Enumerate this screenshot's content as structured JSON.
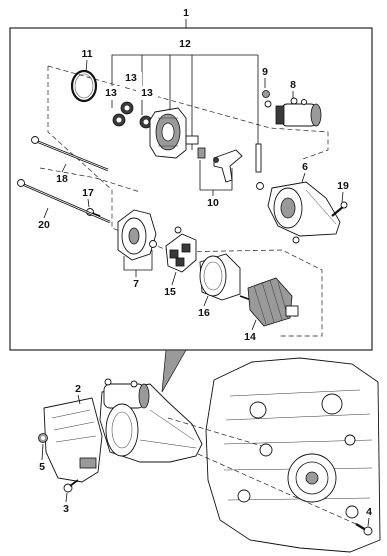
{
  "callouts": {
    "c1": "1",
    "c2": "2",
    "c3": "3",
    "c4": "4",
    "c5": "5",
    "c6": "6",
    "c7": "7",
    "c8": "8",
    "c9": "9",
    "c10": "10",
    "c11": "11",
    "c12": "12",
    "c13a": "13",
    "c13b": "13",
    "c13c": "13",
    "c14": "14",
    "c15": "15",
    "c16": "16",
    "c17": "17",
    "c18": "18",
    "c19": "19",
    "c20": "20"
  },
  "colors": {
    "ink": "#111111",
    "shade": "#9a9a9a",
    "dark": "#3a3a3a",
    "paper": "#ffffff"
  }
}
